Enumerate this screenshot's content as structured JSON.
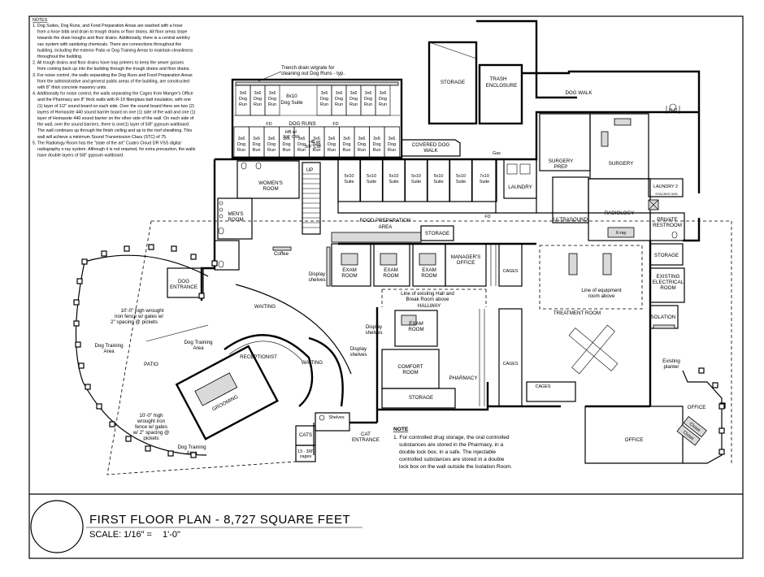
{
  "drawing": {
    "title": "FIRST FLOOR PLAN - 8,727 SQUARE FEET",
    "scale_label": "SCALE: 1/16\" =",
    "scale_value": "1'-0\""
  },
  "notes": {
    "heading": "NOTES",
    "lines": [
      "1. Dog Suites, Dog Runs, and Food Preparation Areas are washed with a hose",
      "from a hose bibb and drain to trough drains or floor drains. All floor areas slope",
      "towards the drain troughs and floor drains. Additionally, there is a central wet/dry",
      "vac system with sanitizing chemicals. There are connections throughout the",
      "building, including the exterior Patio or Dog Training Areas to maintain cleanliness",
      "throughout the building.",
      "2. All trough drains and floor drains have trap primers to keep the sewer gasses",
      "from coming back up into the building through the trough drains and floor drains.",
      "3. For noise control, the walls separating the Dog Runs and Food Preparation Areas",
      "from the administrative and general public areas of the building, are constructed",
      "with 8\" thick concrete masonry units.",
      "4. Additionally for noise control, the walls separating the Cages from Manger's Office",
      "and the Pharmacy are 8\" thick walls with R-19 fiberglass batt insulation, with one",
      "(1) layer of 1/2\" sound board on each side. Over the sound board there are two (2)",
      "layers of Homasote 440 sound barrier board on one (1) side of the wall and one (1)",
      "layer of Homasote 440 sound barrier on the other side of the wall. On each side of",
      "the wall, over the sound barriers, there is one(1) layer of 5/8\" gypsum wallboard.",
      "The wall continues up through the finish ceiling and up to the roof sheathing. This",
      "wall will achieve a minimum Sound Transmission Class (STC) of 75.",
      "5. The Radiology Room has the \"state of the art\" Cuatro Cloud DR VSS digital",
      "radiography x-ray system. Although it is not required, for extra precaution, the walls",
      "have double layers of 5/8\" gypsum wallboard."
    ]
  },
  "callouts": {
    "trench_drain": "Trench drain w/grate for",
    "trench_drain_2": "cleaning out Dog Runs - typ.",
    "gas": "Gas",
    "hb1": "HB w/",
    "hb1b": "3/4\" CW",
    "hb2": "HB w/",
    "hb2b": "3/4\" CW",
    "fence_left_1": "10'-0\" high wrought",
    "fence_left_2": "iron fence w/ gates w/",
    "fence_left_3": "2\" spacing @ pickets",
    "fence_bottom_1": "10'-0\" high",
    "fence_bottom_2": "wrought iron",
    "fence_bottom_3": "fence w/ gates",
    "fence_bottom_4": "w/ 2\" spacing @",
    "fence_bottom_5": "pickets",
    "hall_line_1": "Line of existing Hall and",
    "hall_line_2": "Break Room above",
    "equip_line_1": "Line of equipment",
    "equip_line_2": "room above",
    "existing_planter_1": "Existing",
    "existing_planter_2": "planter",
    "cages_count_1": "13 - 3/8\"",
    "cages_count_2": "cages"
  },
  "rooms": {
    "storage_top": "STORAGE",
    "trash_1": "TRASH",
    "trash_2": "ENCLOSURE",
    "dog_walk": "DOG WALK",
    "dog_run": "Dog Run",
    "dog_run_size": "3x6",
    "dog_suite_size": "8x10",
    "dog_suite": "Dog Suite",
    "dog_runs_label": "DOG RUNS",
    "fd": "FD",
    "covered_walk_1": "COVERED DOG",
    "covered_walk_2": "WALK",
    "surgery_prep_1": "SURGERY",
    "surgery_prep_2": "PREP",
    "surgery": "SURGERY",
    "h2o": "H₂O",
    "laundry": "LAUNDRY",
    "laundry2": "LAUNDRY 2",
    "stacked": "STACKED W/D",
    "ultrasound": "ULTRASOUND",
    "radiology": "RADIOLOGY",
    "xray": "X-ray",
    "private_restroom_1": "PRIVATE",
    "private_restroom_2": "RESTROOM",
    "suite_5x10": "5x10",
    "suite_7x10": "7x10",
    "suite": "Suite",
    "womens_room_1": "WOMEN'S",
    "womens_room_2": "ROOM",
    "mens_room_1": "MEN'S",
    "mens_room_2": "ROOM",
    "up": "UP",
    "food_prep_1": "FOOD PREPARATION",
    "food_prep_2": "AREA",
    "storage": "STORAGE",
    "coffee": "Coffee",
    "display_shelves_1": "Display",
    "display_shelves_2": "shelves",
    "exam_1": "EXAM",
    "exam_2": "ROOM",
    "managers_office_1": "MANAGER'S",
    "managers_office_2": "OFFICE",
    "cages": "CAGES",
    "existing_electrical_1": "EXISTING",
    "existing_electrical_2": "ELECTRICAL",
    "existing_electrical_3": "ROOM",
    "dog_entrance_1": "DOG",
    "dog_entrance_2": "ENTRANCE",
    "waiting": "WAITING",
    "hallway": "HALLWAY",
    "treatment_room": "TREATMENT ROOM",
    "isolation": "ISOLATION",
    "dog_training_area_1": "Dog Training",
    "dog_training_area_2": "Area",
    "patio": "PATIO",
    "receptionist": "RECEPTIONIST",
    "grooming": "GROOMING",
    "comfort_1": "COMFORT",
    "comfort_2": "ROOM",
    "pharmacy": "PHARMACY",
    "office": "OFFICE",
    "closet": "Closet",
    "cats": "CATS",
    "shelves": "Shelves",
    "cat_entrance_1": "CAT",
    "cat_entrance_2": "ENTRANCE"
  },
  "note_box": {
    "heading": "NOTE",
    "lines": [
      "1. For controlled drug storage, the oral controlled",
      "substances are stored in the Pharmacy, in a",
      "double lock box, in a safe. The injectable",
      "controlled substances are stored in a double",
      "lock box on the wall outside the Isolation Room."
    ]
  }
}
